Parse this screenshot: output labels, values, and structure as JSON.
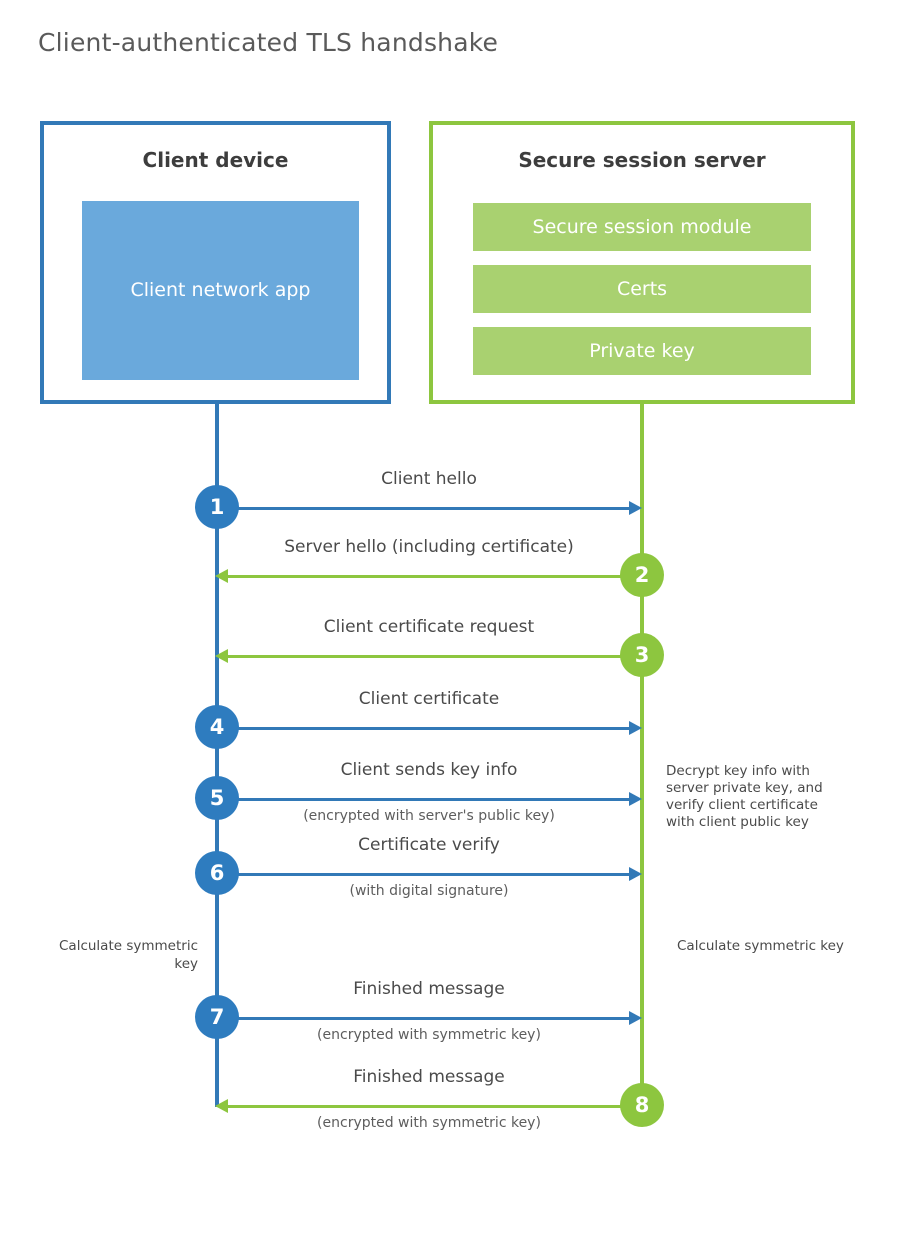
{
  "diagram": {
    "title": "Client-authenticated TLS handshake",
    "colors": {
      "client_blue": "#3279b7",
      "client_app_fill": "#6aa9dc",
      "server_green": "#8dc63f",
      "server_block_fill": "#a9d170",
      "badge_blue": "#2e7cbf",
      "text_gray": "#4a4a4a"
    }
  },
  "participants": {
    "client": {
      "title": "Client device",
      "app_label": "Client network app"
    },
    "server": {
      "title": "Secure session server",
      "blocks": [
        {
          "label": "Secure session module"
        },
        {
          "label": "Certs"
        },
        {
          "label": "Private key"
        }
      ]
    }
  },
  "messages": [
    {
      "step": "1",
      "label": "Client hello",
      "sublabel": "",
      "direction": "client-to-server",
      "origin": "client"
    },
    {
      "step": "2",
      "label": "Server hello (including certificate)",
      "sublabel": "",
      "direction": "server-to-client",
      "origin": "server"
    },
    {
      "step": "3",
      "label": "Client certificate request",
      "sublabel": "",
      "direction": "server-to-client",
      "origin": "server"
    },
    {
      "step": "4",
      "label": "Client certificate",
      "sublabel": "",
      "direction": "client-to-server",
      "origin": "client"
    },
    {
      "step": "5",
      "label": "Client sends key info",
      "sublabel": "(encrypted with server's public key)",
      "direction": "client-to-server",
      "origin": "client"
    },
    {
      "step": "6",
      "label": "Certificate verify",
      "sublabel": "(with digital signature)",
      "direction": "client-to-server",
      "origin": "client"
    },
    {
      "step": "7",
      "label": "Finished message",
      "sublabel": "(encrypted with symmetric key)",
      "direction": "client-to-server",
      "origin": "client"
    },
    {
      "step": "8",
      "label": "Finished message",
      "sublabel": "(encrypted with symmetric key)",
      "direction": "server-to-client",
      "origin": "server"
    }
  ],
  "notes": {
    "server_decrypt": "Decrypt key info with server private key, and verify client certificate with client public key",
    "client_calculate": "Calculate symmetric key",
    "server_calculate": "Calculate symmetric key"
  }
}
